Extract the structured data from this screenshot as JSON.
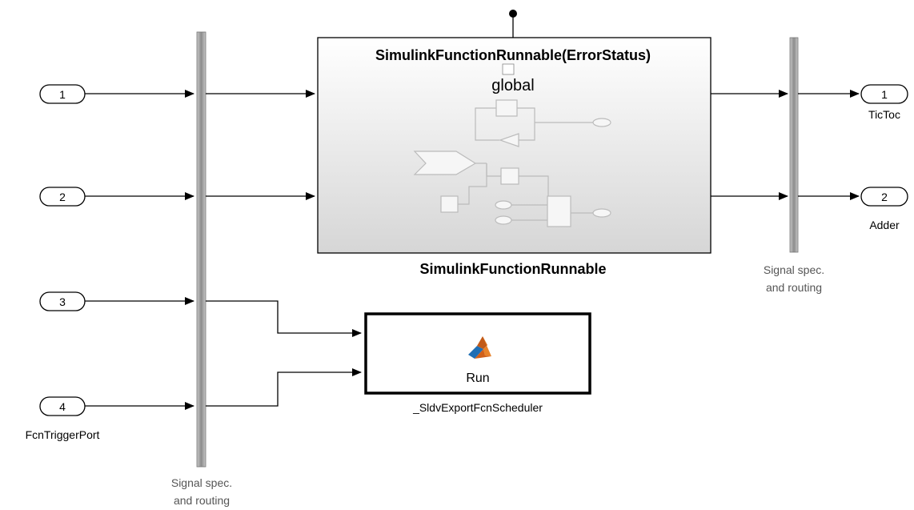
{
  "inports": [
    {
      "number": "1",
      "label": ""
    },
    {
      "number": "2",
      "label": ""
    },
    {
      "number": "3",
      "label": ""
    },
    {
      "number": "4",
      "label": "FcnTriggerPort"
    }
  ],
  "outports": [
    {
      "number": "1",
      "label": "TicToc"
    },
    {
      "number": "2",
      "label": "Adder"
    }
  ],
  "subsystem": {
    "title": "SimulinkFunctionRunnable(ErrorStatus)",
    "scope": "global",
    "name": "SimulinkFunctionRunnable"
  },
  "scheduler": {
    "label": "Run",
    "name": "_SldvExportFcnScheduler",
    "icon": "matlab-logo-icon"
  },
  "bus_left": {
    "caption_line1": "Signal spec.",
    "caption_line2": "and routing"
  },
  "bus_right": {
    "caption_line1": "Signal spec.",
    "caption_line2": "and routing"
  },
  "colors": {
    "line": "#000000",
    "subsystem_fill_top": "#ffffff",
    "subsystem_fill_bottom": "#d8d8d8",
    "bus_fill": "#9a9a9a",
    "caption": "#555555",
    "matlab_orange": "#e06a1b",
    "matlab_blue": "#1f6fb5"
  }
}
